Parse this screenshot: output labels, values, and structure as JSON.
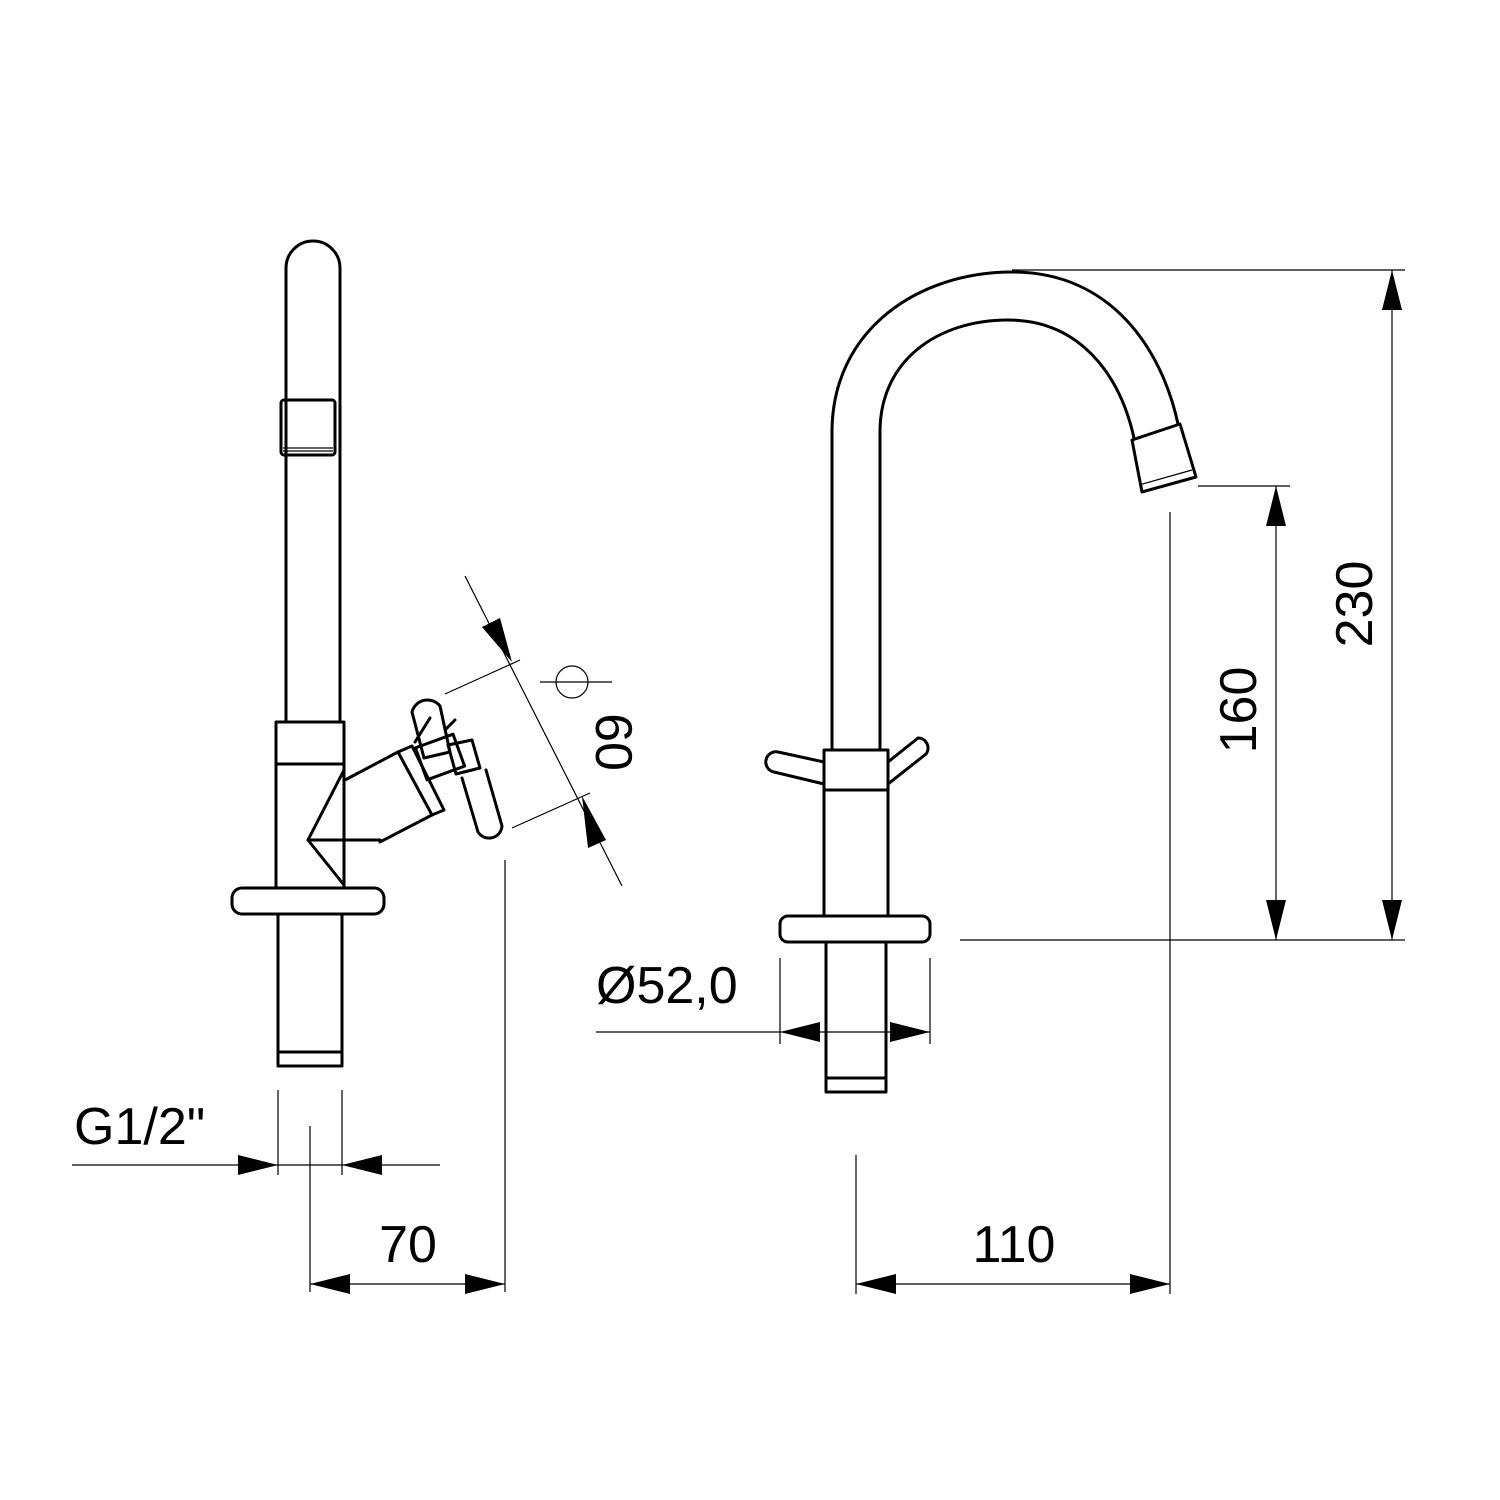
{
  "colors": {
    "line": "#000000",
    "background": "#ffffff"
  },
  "dimensions": {
    "thread": "G1/2\"",
    "side_reach": "70",
    "handle_angle": "60",
    "spout_reach": "110",
    "outlet_height": "160",
    "total_height": "230",
    "base_diameter": "Ø52,0"
  }
}
